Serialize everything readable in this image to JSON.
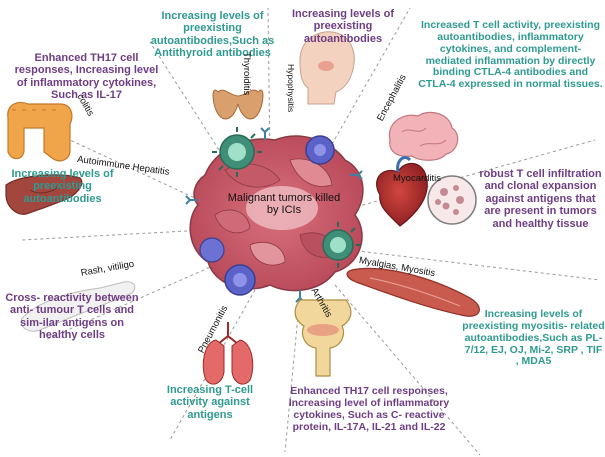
{
  "center_label": "Malignant tumors killed by ICIs",
  "labels": {
    "thyroiditis": "Thyroiditis",
    "hypophysitis": "Hypophysitis",
    "encephalitis": "Encephalitis",
    "colitis": "colitis",
    "hepatitis": "Autoimmune Hepatitis",
    "myocarditis": "Myocarditis",
    "rash": "Rash,  vitiligo",
    "myositis": "Myalgias, Myositis",
    "pneumonitis": "Pneumonitis",
    "arthritis": "Arthritis"
  },
  "notes": {
    "thyroid": "Increasing levels of preexisting autoantibodies,Such as Antithyroid antibodies",
    "pituitary": "Increasing levels of preexisting autoantibodies",
    "encephalitis": "Increased T cell activity, preexisting autoantibodies, inflammatory cytokines, and complement-mediated inflammation by directly binding CTLA-4 antibodies and CTLA-4 expressed in normal tissues.",
    "colitis": "Enhanced TH17 cell responses, Increasing level of inflammatory cytokines, Such as IL-17",
    "hepatitis": "Increasing levels of preexisting autoantibodies",
    "myocarditis": "robust T cell infiltration and clonal expansion against antigens that are present in tumors and healthy tissue",
    "skin": "Cross- reactivity between anti- tumour T cells and sim-ilar antigens on healthy cells",
    "myositis": "Increasing levels of preexisting myositis- related autoantibodies,Such as PL-7/12, EJ, OJ, Mi-2, SRP , TIF , MDA5",
    "pneumonitis": "Increasing T-cell activity against antigens",
    "arthritis": "Enhanced TH17 cell responses, Increasing level of inflammatory cytokines, Such as C- reactive protein, IL-17A, IL-21 and IL-22"
  },
  "colors": {
    "teal_text": "#2f9a90",
    "purple_text": "#6f3d84",
    "tumor": "#c85a68",
    "t_cell_teal": "#3f8f78",
    "t_cell_purple": "#5b63c9"
  }
}
